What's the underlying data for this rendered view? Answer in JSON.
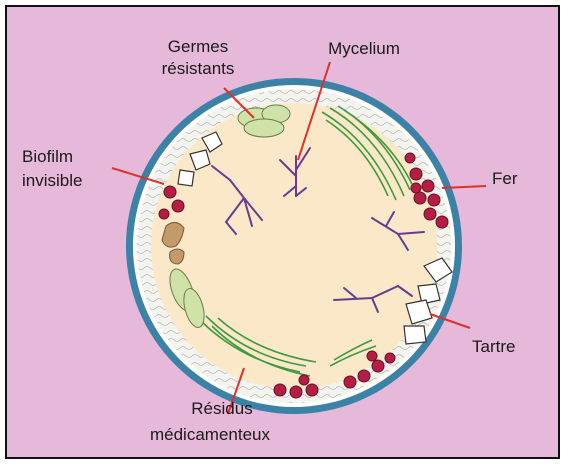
{
  "labels": {
    "germes_line1": "Germes",
    "germes_line2": "résistants",
    "mycelium": "Mycelium",
    "biofilm_line1": "Biofilm",
    "biofilm_line2": "invisible",
    "fer": "Fer",
    "tartre": "Tartre",
    "residus_line1": "Résidus",
    "residus_line2": "médicamenteux"
  },
  "colors": {
    "background": "#e6b8da",
    "pipe_outer": "#3c82a6",
    "biofilm_layer": "#f3f3ef",
    "interior": "#fbe8c8",
    "mycelium": "#6b3a8e",
    "algae": "#3f9a3f",
    "iron": "#b51e44",
    "leader_line": "#e0302a",
    "germs": "#cfe3a8",
    "scale": "#ffffff",
    "biofilm_blob": "#c49a6a"
  },
  "legend_icons": [
    "pipe-cross-section-icon"
  ]
}
